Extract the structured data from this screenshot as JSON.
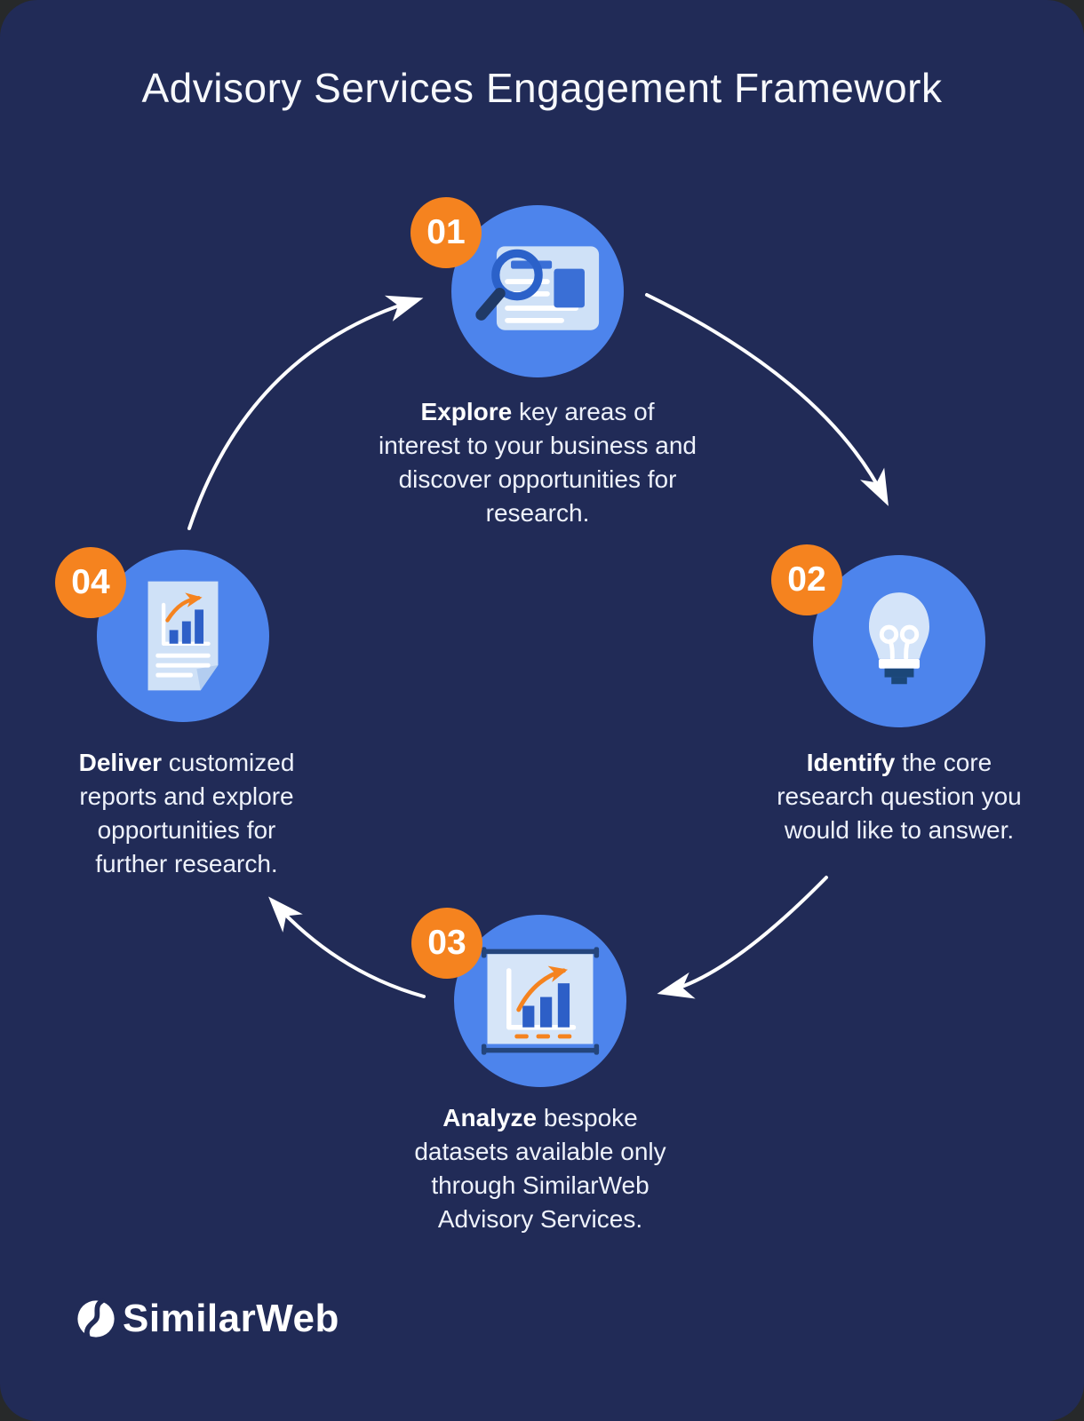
{
  "title": "Advisory Services Engagement Framework",
  "steps": [
    {
      "number": "01",
      "bold": "Explore",
      "rest": " key areas of interest to your business and discover opportunities for research.",
      "icon": "search-document-icon"
    },
    {
      "number": "02",
      "bold": "Identify",
      "rest": " the core research question you would like to answer.",
      "icon": "lightbulb-icon"
    },
    {
      "number": "03",
      "bold": "Analyze",
      "rest": " bespoke datasets available only through SimilarWeb Advisory Services.",
      "icon": "bar-chart-screen-icon"
    },
    {
      "number": "04",
      "bold": "Deliver",
      "rest": " customized reports and explore opportunities for further research.",
      "icon": "report-document-icon"
    }
  ],
  "logo": {
    "text": "SimilarWeb"
  },
  "palette": {
    "outer_background": "#27292a",
    "background": "#212b57",
    "circle_blue": "#4d84ec",
    "badge_orange": "#f5831f",
    "icon_light_blue": "#cfe1f7",
    "icon_mid_blue": "#3a6fd6",
    "icon_bar_blue": "#2d5fc7",
    "icon_navy": "#203a66",
    "bulb_socket_blue": "#1b4779",
    "arrow_white": "#ffffff",
    "text_white": "#eef2fb"
  }
}
